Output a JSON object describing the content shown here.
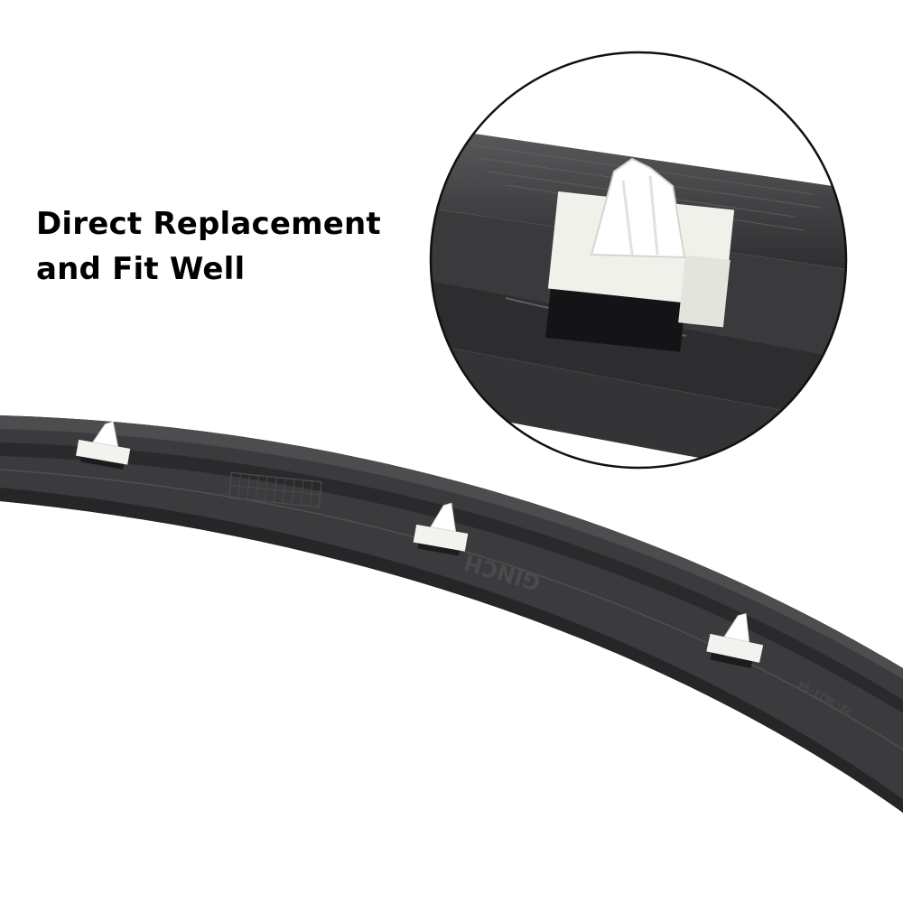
{
  "headline": {
    "line1": "Direct Replacement",
    "line2": "and Fit Well"
  },
  "molding": {
    "embossed_marking": "GINCH",
    "part_number_marking": "7X-3623-94"
  },
  "colors": {
    "background": "#ffffff",
    "trim": "#3b3b3d",
    "clip": "#f2f2ee",
    "clip_base": "#1c1c1e",
    "headline_text": "#000000"
  },
  "icons": [
    "zoom-detail-circle",
    "fastener-clip"
  ]
}
